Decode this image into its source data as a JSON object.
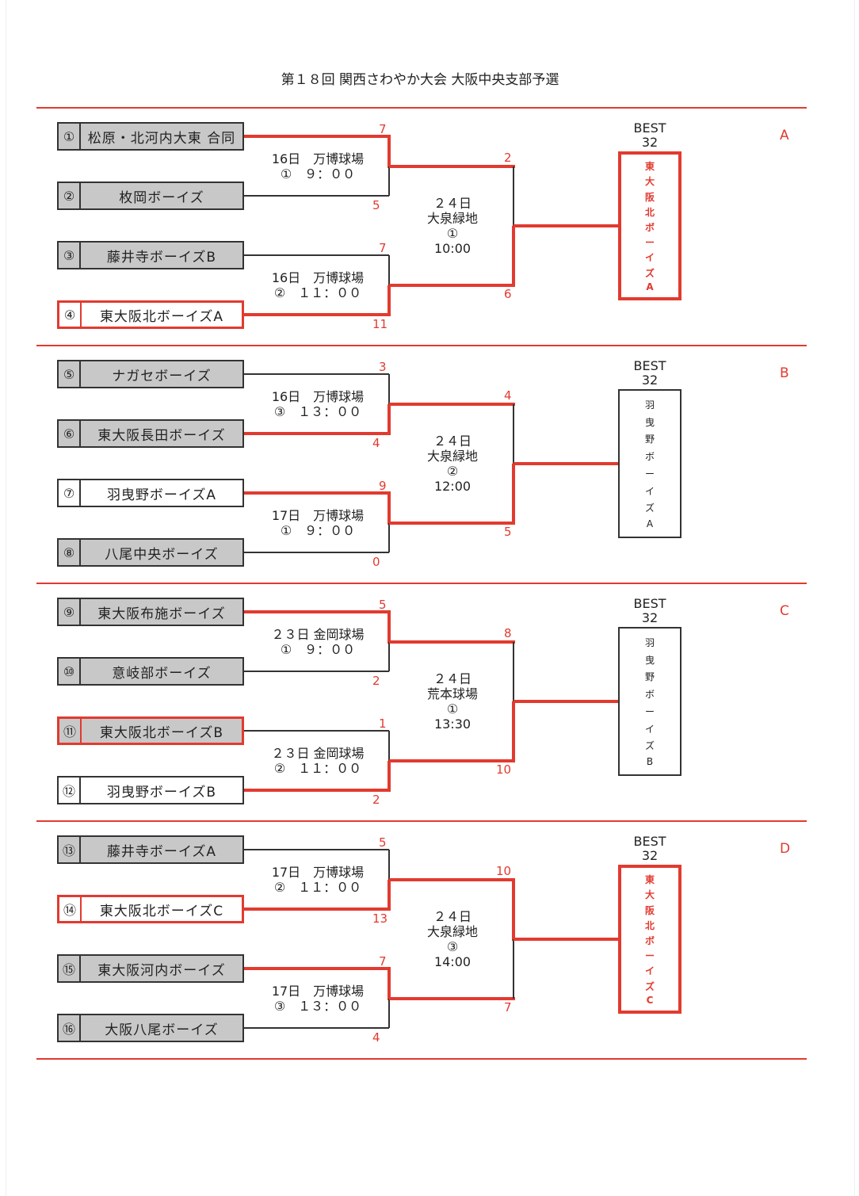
{
  "title": "第１８回 関西さわやか大会 大阪中央支部予選",
  "best_label_1": "BEST",
  "best_label_2": "32",
  "colors": {
    "accent": "#e23a2f",
    "line": "#333333",
    "gray_box": "#c8c8c8"
  },
  "blocks": [
    {
      "group": "A",
      "teams": [
        {
          "num": "①",
          "name": "松原・北河内大東 合同",
          "style": "gray"
        },
        {
          "num": "②",
          "name": "枚岡ボーイズ",
          "style": "gray"
        },
        {
          "num": "③",
          "name": "藤井寺ボーイズB",
          "style": "gray"
        },
        {
          "num": "④",
          "name": "東大阪北ボーイズA",
          "style": "red"
        }
      ],
      "game1": {
        "info": "16日　万博球場\n①　９：００",
        "scores": [
          "7",
          "5"
        ],
        "winner": 0
      },
      "game2": {
        "info": "16日　万博球場\n②　１１：００",
        "scores": [
          "7",
          "11"
        ],
        "winner": 1
      },
      "final": {
        "info": "２４日\n大泉緑地\n①\n10:00",
        "scores": [
          "2",
          "6"
        ],
        "winner": 1
      },
      "winner": {
        "chars": [
          "東",
          "大",
          "阪",
          "北",
          "ボ",
          "ー",
          "イ",
          "ズ",
          "A"
        ],
        "style": "red"
      }
    },
    {
      "group": "B",
      "teams": [
        {
          "num": "⑤",
          "name": "ナガセボーイズ",
          "style": "gray"
        },
        {
          "num": "⑥",
          "name": "東大阪長田ボーイズ",
          "style": "gray"
        },
        {
          "num": "⑦",
          "name": "羽曳野ボーイズA",
          "style": "white"
        },
        {
          "num": "⑧",
          "name": "八尾中央ボーイズ",
          "style": "gray"
        }
      ],
      "game1": {
        "info": "16日　万博球場\n③　１３：００",
        "scores": [
          "3",
          "4"
        ],
        "winner": 1
      },
      "game2": {
        "info": "17日　万博球場\n①　９：００",
        "scores": [
          "9",
          "0"
        ],
        "winner": 0
      },
      "final": {
        "info": "２４日\n大泉緑地\n②\n12:00",
        "scores": [
          "4",
          "5"
        ],
        "winner": 1
      },
      "winner": {
        "chars": [
          "羽",
          "曳",
          "野",
          "ボ",
          "ー",
          "イ",
          "ズ",
          "A"
        ],
        "style": "plain"
      }
    },
    {
      "group": "C",
      "teams": [
        {
          "num": "⑨",
          "name": "東大阪布施ボーイズ",
          "style": "gray"
        },
        {
          "num": "⑩",
          "name": "意岐部ボーイズ",
          "style": "gray"
        },
        {
          "num": "⑪",
          "name": "東大阪北ボーイズB",
          "style": "redgray"
        },
        {
          "num": "⑫",
          "name": "羽曳野ボーイズB",
          "style": "white"
        }
      ],
      "game1": {
        "info": "２３日 金岡球場\n①　９：００",
        "scores": [
          "5",
          "2"
        ],
        "winner": 0
      },
      "game2": {
        "info": "２３日 金岡球場\n②　１１：００",
        "scores": [
          "1",
          "2"
        ],
        "winner": 1
      },
      "final": {
        "info": "２４日\n荒本球場\n①\n13:30",
        "scores": [
          "8",
          "10"
        ],
        "winner": 1
      },
      "winner": {
        "chars": [
          "羽",
          "曳",
          "野",
          "ボ",
          "ー",
          "イ",
          "ズ",
          "B"
        ],
        "style": "plain"
      }
    },
    {
      "group": "D",
      "teams": [
        {
          "num": "⑬",
          "name": "藤井寺ボーイズA",
          "style": "gray"
        },
        {
          "num": "⑭",
          "name": "東大阪北ボーイズC",
          "style": "red"
        },
        {
          "num": "⑮",
          "name": "東大阪河内ボーイズ",
          "style": "gray"
        },
        {
          "num": "⑯",
          "name": "大阪八尾ボーイズ",
          "style": "gray"
        }
      ],
      "game1": {
        "info": "17日　万博球場\n②　１１：００",
        "scores": [
          "5",
          "13"
        ],
        "winner": 1
      },
      "game2": {
        "info": "17日　万博球場\n③　１３：００",
        "scores": [
          "7",
          "4"
        ],
        "winner": 0
      },
      "final": {
        "info": "２４日\n大泉緑地\n③\n14:00",
        "scores": [
          "10",
          "7"
        ],
        "winner": 0
      },
      "winner": {
        "chars": [
          "東",
          "大",
          "阪",
          "北",
          "ボ",
          "ー",
          "イ",
          "ズ",
          "C"
        ],
        "style": "red"
      }
    }
  ]
}
